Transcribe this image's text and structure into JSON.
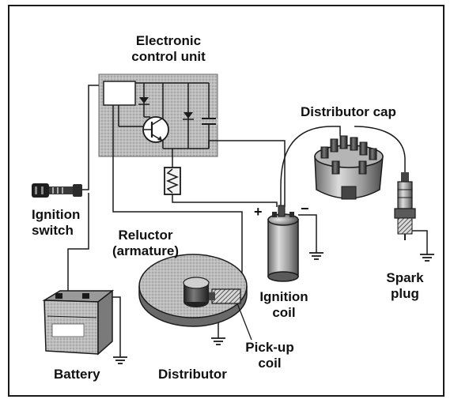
{
  "labels": {
    "ecu_line1": "Electronic",
    "ecu_line2": "control unit",
    "distributor_cap": "Distributor cap",
    "ignition_switch_line1": "Ignition",
    "ignition_switch_line2": "switch",
    "reluctor_line1": "Reluctor",
    "reluctor_line2": "(armature)",
    "ignition_coil_line1": "Ignition",
    "ignition_coil_line2": "coil",
    "spark_plug_line1": "Spark",
    "spark_plug_line2": "plug",
    "pickup_coil_line1": "Pick-up",
    "pickup_coil_line2": "coil",
    "battery": "Battery",
    "distributor": "Distributor"
  },
  "terminals": {
    "positive": "+",
    "negative": "−"
  }
}
